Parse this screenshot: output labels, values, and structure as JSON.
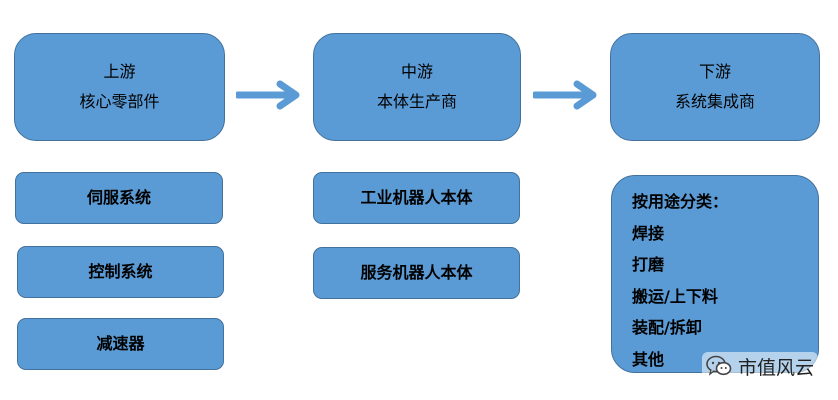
{
  "upstream": {
    "title": "上游",
    "subtitle": "核心零部件"
  },
  "midstream": {
    "title": "中游",
    "subtitle": "本体生产商"
  },
  "downstream": {
    "title": "下游",
    "subtitle": "系统集成商"
  },
  "components": [
    "伺服系统",
    "控制系统",
    "减速器"
  ],
  "robots": [
    "工业机器人本体",
    "服务机器人本体"
  ],
  "uses": {
    "heading": "按用途分类：",
    "items": [
      "焊接",
      "打磨",
      "搬运/上下料",
      "装配/拆卸",
      "其他"
    ]
  },
  "watermark": {
    "text": "市值风云",
    "icon": "wechat-icon"
  },
  "colors": {
    "box_fill": "#5b9bd5",
    "box_border": "#41719c",
    "arrow": "#5b9bd5"
  }
}
